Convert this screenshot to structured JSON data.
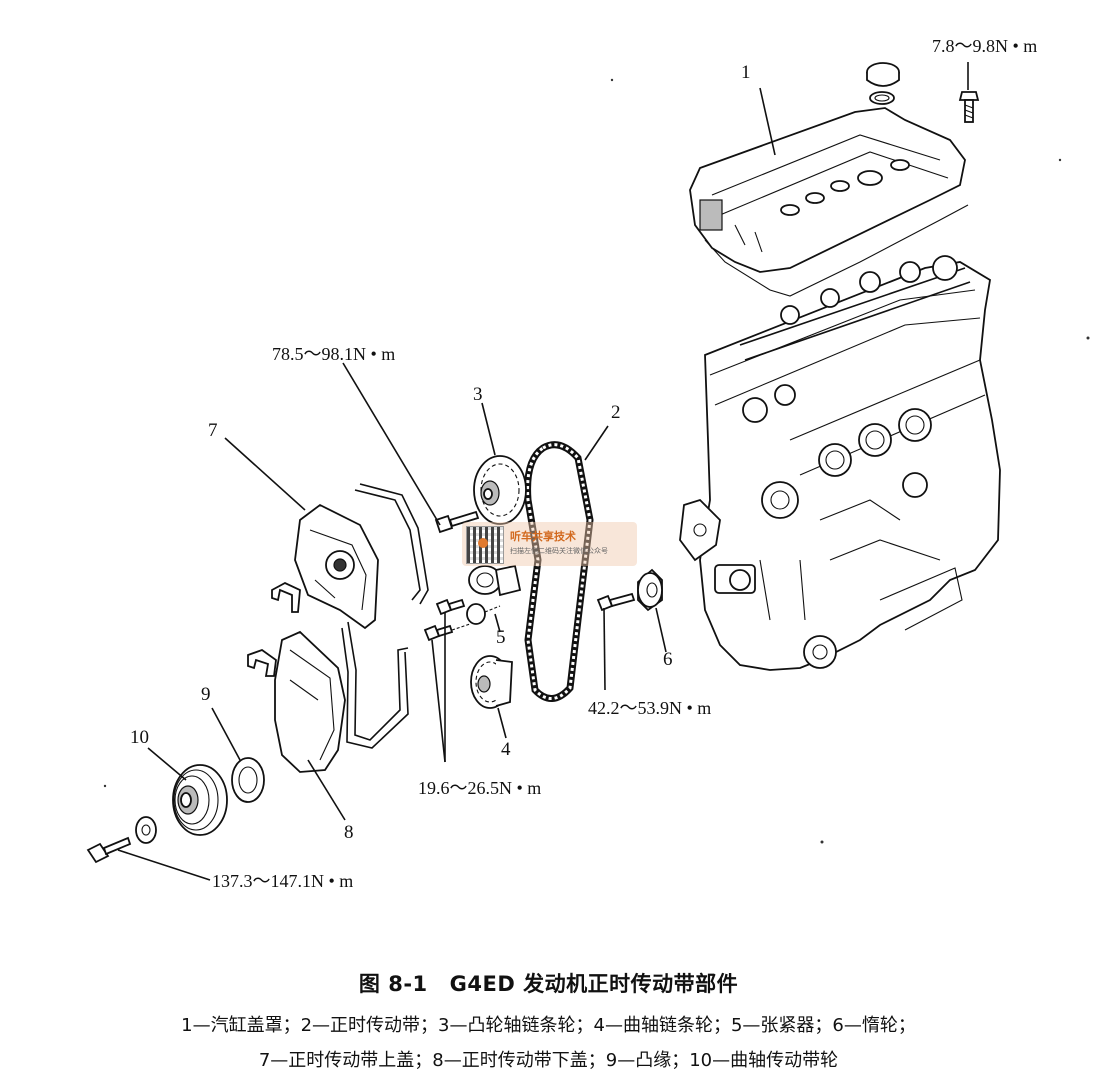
{
  "callouts": {
    "c1": "1",
    "c2": "2",
    "c3": "3",
    "c4": "4",
    "c5": "5",
    "c6": "6",
    "c7": "7",
    "c8": "8",
    "c9": "9",
    "c10": "10"
  },
  "torques": {
    "cover_bolt": "7.8～9.8N • m",
    "cam_bolt": "78.5～98.1N • m",
    "idler_bolt": "42.2～53.9N • m",
    "tensioner_bolts": "19.6～26.5N • m",
    "crank_bolt": "137.3～147.1N • m"
  },
  "watermark": {
    "title": "听车共享技术",
    "subtitle": "扫描左侧二维码关注微信公众号"
  },
  "caption": {
    "figure_number": "图 8-1",
    "title": "G4ED 发动机正时传动带部件",
    "legend_line1": "1—汽缸盖罩；2—正时传动带；3—凸轮轴链条轮；4—曲轴链条轮；5—张紧器；6—惰轮；",
    "legend_line2": "7—正时传动带上盖；8—正时传动带下盖；9—凸缘；10—曲轴传动带轮"
  }
}
